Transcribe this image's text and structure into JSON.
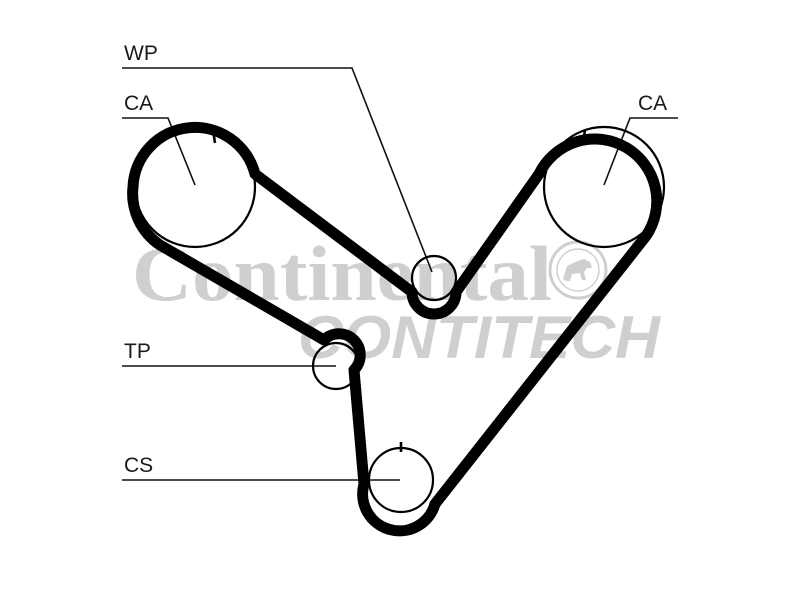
{
  "labels": {
    "wp": "WP",
    "ca_left": "CA",
    "ca_right": "CA",
    "tp": "TP",
    "cs": "CS"
  },
  "watermark": {
    "line1": "Continental",
    "line2": "CONTITECH"
  },
  "colors": {
    "belt": "#000000",
    "pulley_outline": "#000000",
    "leader_line": "#111111",
    "watermark": "#cfcfcf",
    "background": "#ffffff"
  },
  "icons": {
    "watermark_emblem": "horse-emblem-icon"
  }
}
